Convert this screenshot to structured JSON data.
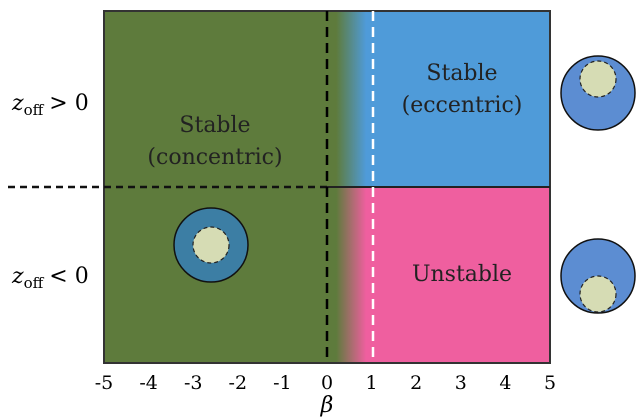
{
  "chart_data": {
    "type": "phase-diagram",
    "x_axis": {
      "label": "β",
      "range": [
        -5,
        5
      ],
      "ticks": [
        "-5",
        "-4",
        "-3",
        "-2",
        "-1",
        "0",
        "1",
        "2",
        "3",
        "4",
        "5"
      ],
      "boundaries": [
        0,
        1
      ]
    },
    "rows": {
      "top": {
        "var": "z",
        "sub": "off",
        "rel": "> 0"
      },
      "bottom": {
        "var": "z",
        "sub": "off",
        "rel": "< 0"
      }
    },
    "regions": {
      "concentric": {
        "line1": "Stable",
        "line2": "(concentric)",
        "color": "#5e7b3c"
      },
      "eccentric": {
        "line1": "Stable",
        "line2": "(eccentric)",
        "color": "#4f9bd9"
      },
      "unstable": {
        "line1": "Unstable",
        "color": "#ef5f9f"
      }
    },
    "colors": {
      "ring_dark": "#3c7ea4",
      "ring_light": "#5c8dd2",
      "core": "#d6dcb4"
    }
  }
}
